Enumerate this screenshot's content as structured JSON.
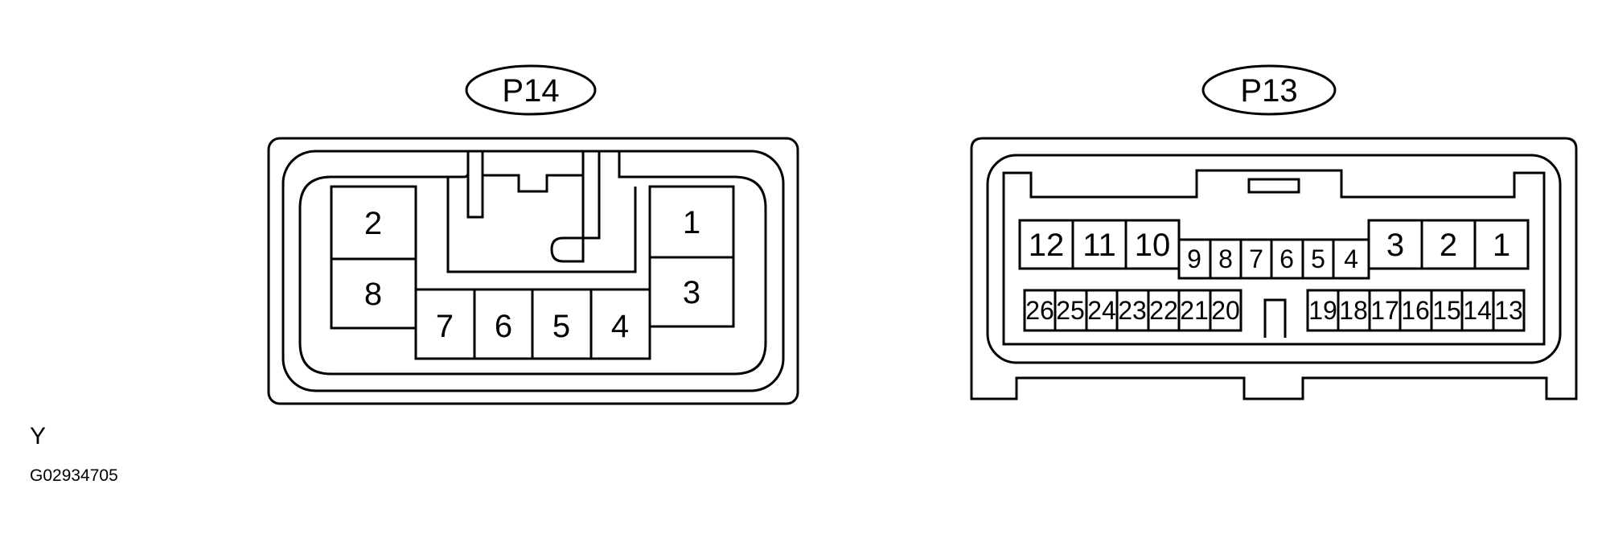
{
  "connectors": [
    {
      "label": "P14",
      "pins": [
        "1",
        "2",
        "3",
        "4",
        "5",
        "6",
        "7",
        "8"
      ]
    },
    {
      "label": "P13",
      "pins": [
        "1",
        "2",
        "3",
        "4",
        "5",
        "6",
        "7",
        "8",
        "9",
        "10",
        "11",
        "12",
        "13",
        "14",
        "15",
        "16",
        "17",
        "18",
        "19",
        "20",
        "21",
        "22",
        "23",
        "24",
        "25",
        "26"
      ]
    }
  ],
  "footer": {
    "code_letter": "Y",
    "figure_id": "G02934705"
  },
  "colors": {
    "line": "#000000",
    "background": "#ffffff"
  }
}
